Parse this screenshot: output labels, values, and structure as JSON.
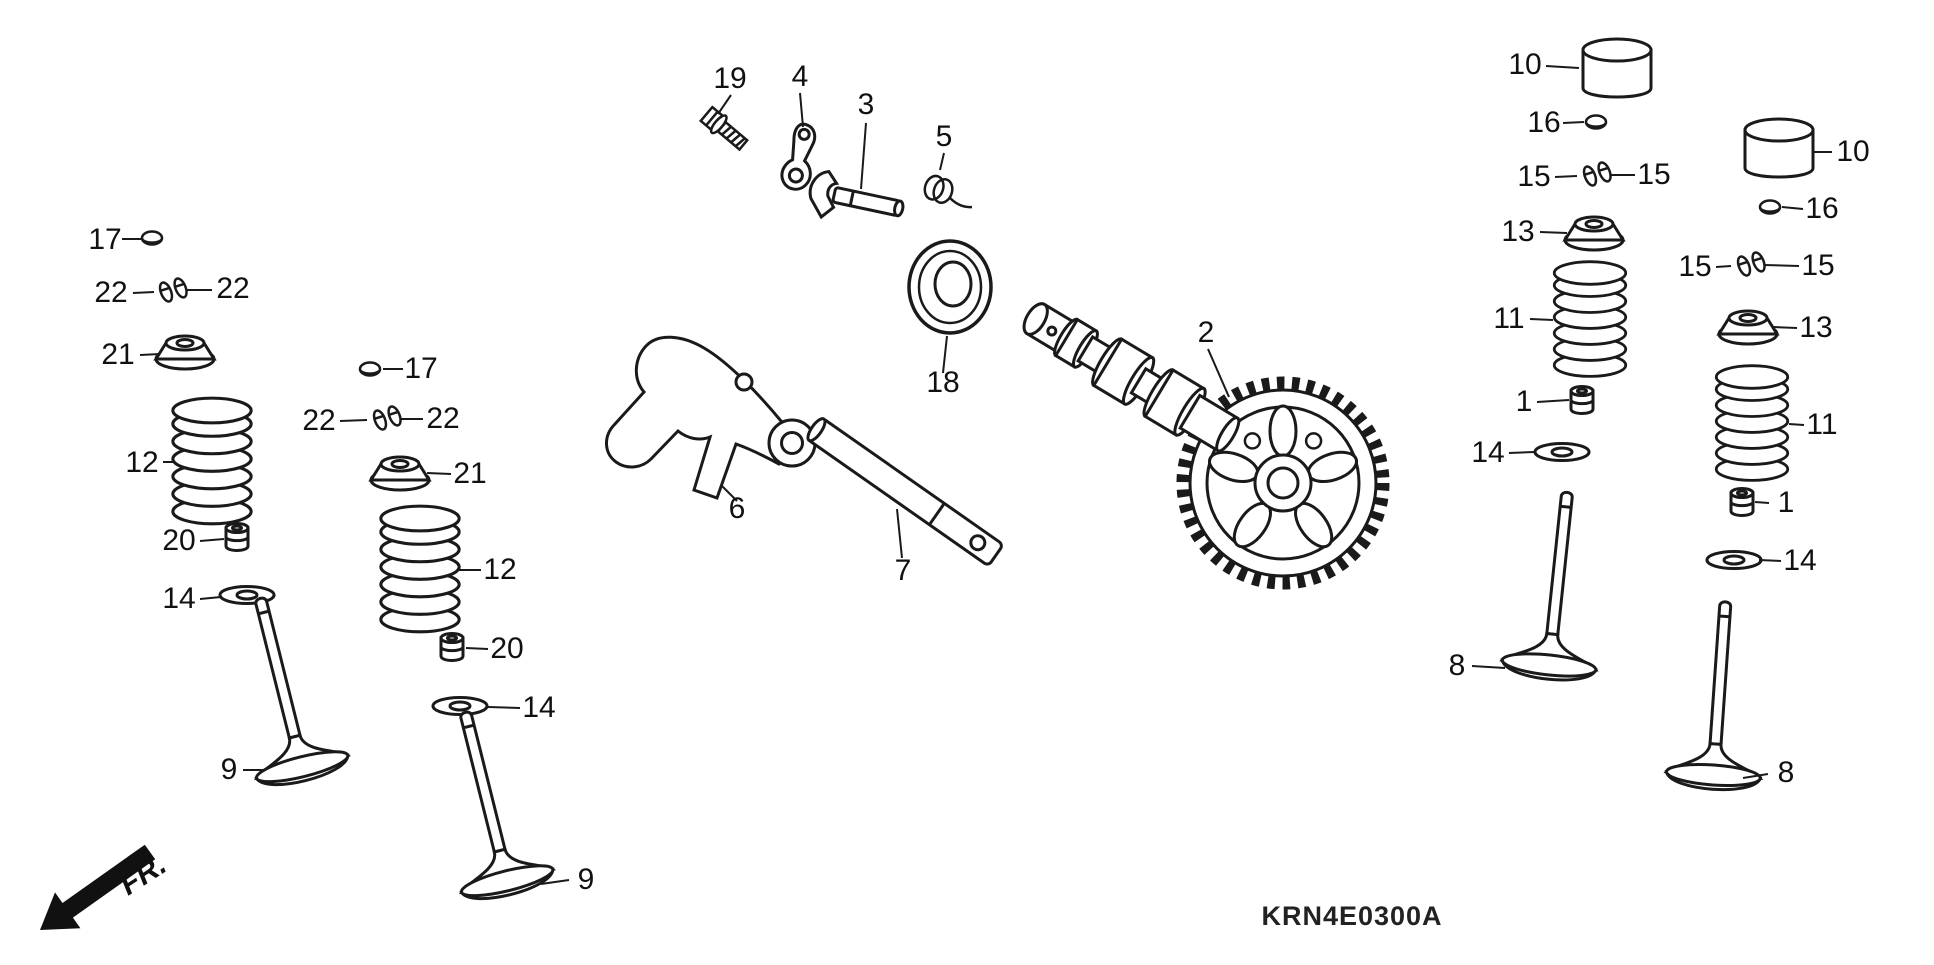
{
  "diagram": {
    "code": "KRN4E0300A",
    "direction_label": "FR.",
    "line_color": "#1a1a1a",
    "background_color": "#ffffff",
    "callouts": [
      "17",
      "22",
      "22",
      "21",
      "12",
      "20",
      "14",
      "9",
      "17",
      "22",
      "22",
      "21",
      "12",
      "20",
      "14",
      "9",
      "19",
      "4",
      "3",
      "5",
      "18",
      "6",
      "7",
      "2",
      "10",
      "16",
      "15",
      "15",
      "13",
      "11",
      "1",
      "14",
      "8",
      "10",
      "16",
      "15",
      "15",
      "13",
      "11",
      "1",
      "14",
      "8"
    ]
  }
}
